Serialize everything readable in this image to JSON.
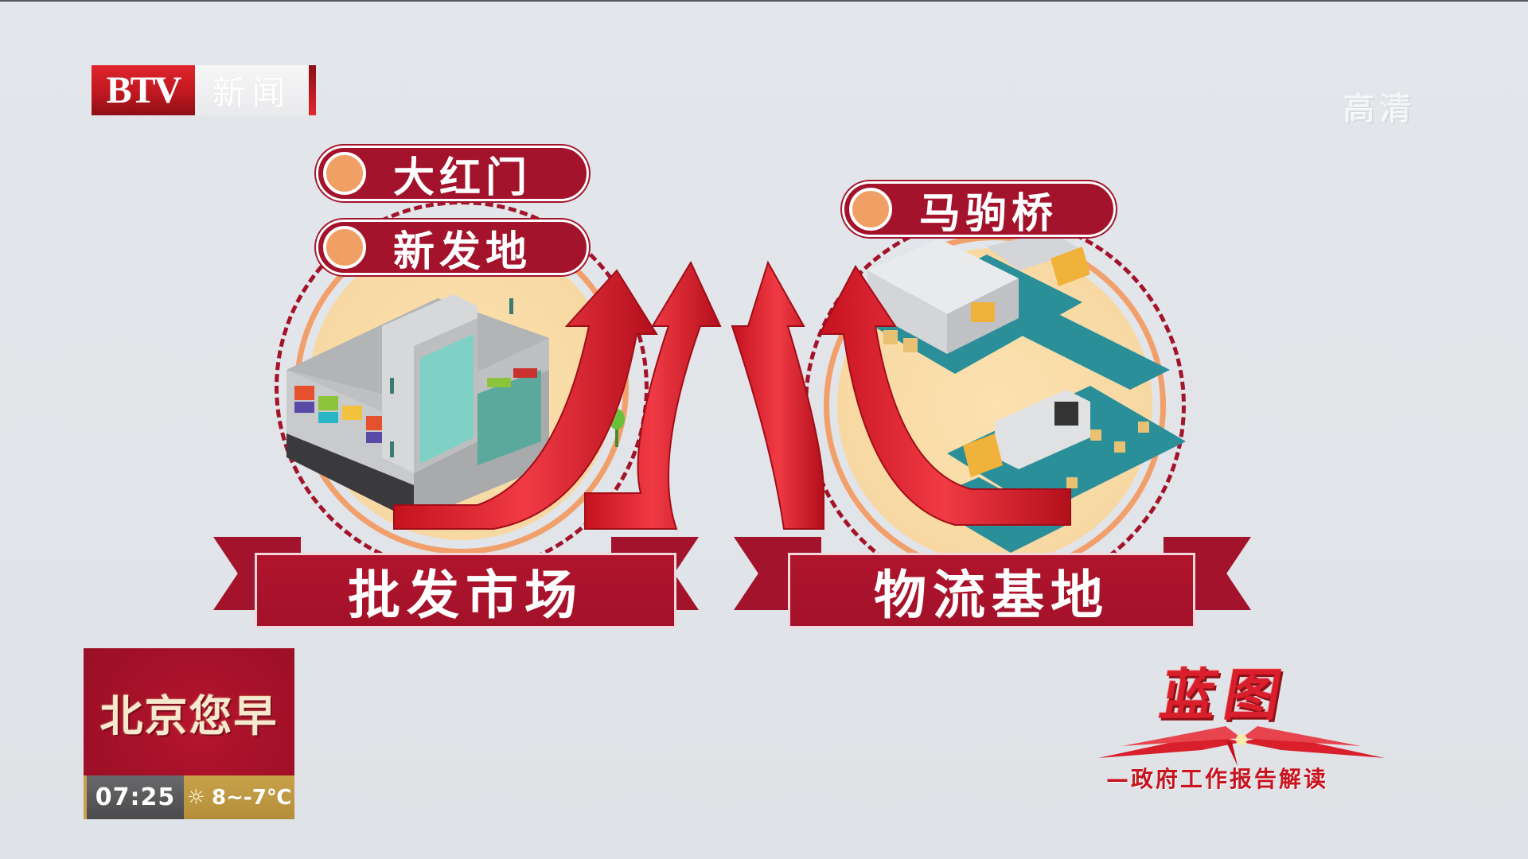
{
  "channel": {
    "logo_text": "BTV",
    "channel_name": "新闻",
    "quality_badge": "高清"
  },
  "locations": {
    "left": [
      "大红门",
      "新发地"
    ],
    "right": [
      "马驹桥"
    ]
  },
  "banners": {
    "left": "批发市场",
    "right": "物流基地"
  },
  "program": {
    "name": "北京您早",
    "time": "07:25",
    "weather_icon": "sun-icon",
    "temperature": "8~-7℃"
  },
  "segment": {
    "title": "蓝图",
    "subtitle": "—政府工作报告解读"
  },
  "colors": {
    "primary_red": "#a3132b",
    "arrow_red": "#e0202e",
    "accent_orange": "#f0a064",
    "background": "#e2e5e9",
    "gold": "#c8a24a"
  }
}
